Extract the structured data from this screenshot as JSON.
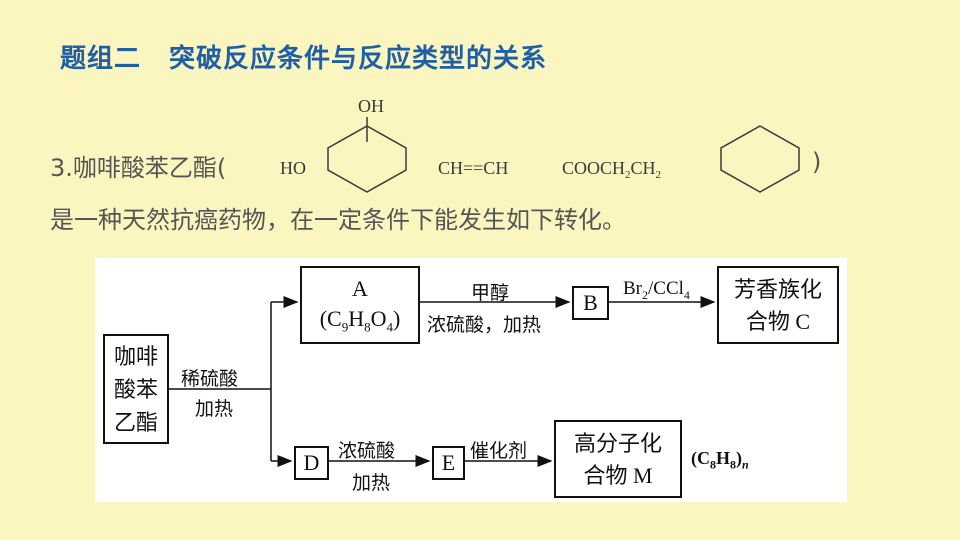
{
  "title": {
    "part1": "题组二",
    "part2": "突破反应条件与反应类型的关系"
  },
  "question": {
    "prefix": "3.咖啡酸苯乙酯(",
    "suffix": ")",
    "line2": "是一种天然抗癌药物，在一定条件下能发生如下转化。"
  },
  "structure": {
    "oh": "OH",
    "ho": "HO",
    "vinyl": "CH==CH",
    "ester": "COOCH",
    "ester_sub": "2",
    "ch": "CH",
    "ch_sub": "2"
  },
  "diagram": {
    "start_box": [
      "咖啡",
      "酸苯",
      "乙酯"
    ],
    "arrow1_top": "稀硫酸",
    "arrow1_bottom": "加热",
    "box_a": {
      "name": "A",
      "formula_open": "(C",
      "c": "9",
      "h_label": "H",
      "h": "8",
      "o_label": "O",
      "o": "4",
      "formula_close": ")"
    },
    "arrow_a_top": "甲醇",
    "arrow_a_bottom": "浓硫酸，加热",
    "box_b": "B",
    "arrow_b_top_1": "Br",
    "arrow_b_top_sub": "2",
    "arrow_b_top_2": "/CCl",
    "arrow_b_top_sub2": "4",
    "box_c": [
      "芳香族化",
      "合物 C"
    ],
    "box_d": "D",
    "arrow_d_top": "浓硫酸",
    "arrow_d_bottom": "加热",
    "box_e": "E",
    "arrow_e_top": "催化剂",
    "box_m": [
      "高分子化",
      "合物 M"
    ],
    "polymer_open": "(C",
    "polymer_c": "8",
    "polymer_h": "H",
    "polymer_h_sub": "8",
    "polymer_close": ")",
    "polymer_n": "n"
  }
}
